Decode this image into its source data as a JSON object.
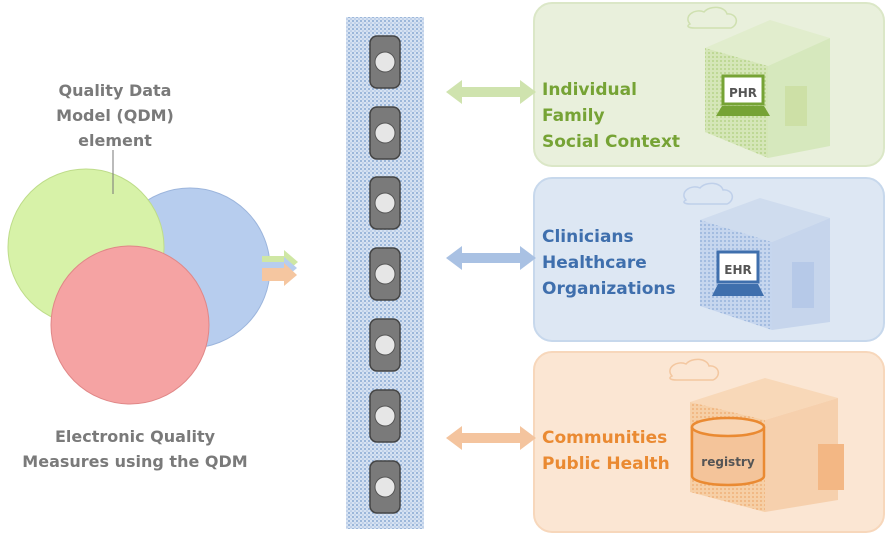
{
  "left": {
    "qdm_label": [
      "Quality Data",
      "Model (QDM)",
      "element"
    ],
    "measures_label": [
      "Electronic Quality",
      "Measures using the QDM"
    ]
  },
  "groups": [
    {
      "id": "individual",
      "lines": [
        "Individual",
        "Family",
        "Social Context"
      ],
      "device": "PHR",
      "color": "#76a335",
      "panel_fill": "#e9f0dc"
    },
    {
      "id": "clinicians",
      "lines": [
        "Clinicians",
        "Healthcare",
        "Organizations"
      ],
      "device": "EHR",
      "color": "#3f6fad",
      "panel_fill": "#dde7f3"
    },
    {
      "id": "communities",
      "lines": [
        "Communities",
        "Public Health"
      ],
      "device": "registry",
      "color": "#ea8a32",
      "panel_fill": "#fbe6d3"
    }
  ],
  "colors": {
    "green": "#d7f2a8",
    "blue": "#b7cdee",
    "red": "#f5a3a3",
    "bus": "#c5d6ea"
  }
}
